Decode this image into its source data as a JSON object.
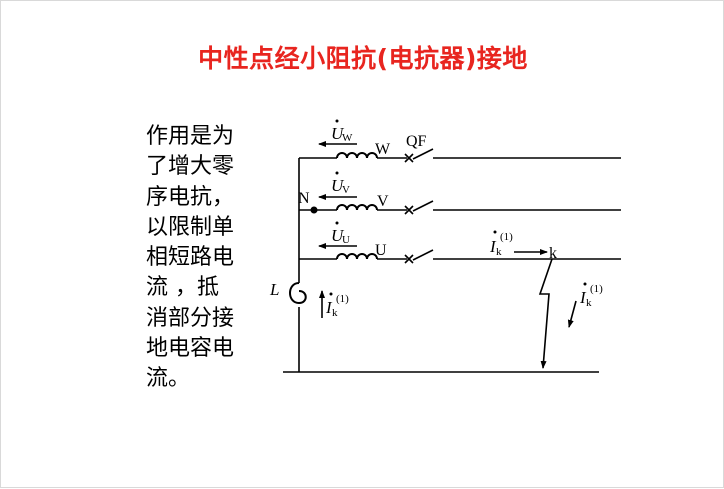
{
  "slide": {
    "title": "中性点经小阻抗(电抗器)接地",
    "description_lines": [
      "作用是为",
      "了增大零",
      "序电抗，",
      "以限制单",
      "相短路电",
      "流 ，抵",
      "消部分接",
      "地电容电",
      "流。"
    ]
  },
  "diagram": {
    "labels": {
      "qf": "QF",
      "neutral": "N",
      "inductor": "L",
      "phase_w": "W",
      "phase_v": "V",
      "phase_u": "U",
      "fault_point": "k"
    },
    "voltages": {
      "symbol": "U",
      "w_sub": "W",
      "v_sub": "V",
      "u_sub": "U"
    },
    "currents": {
      "symbol": "I",
      "sub": "k",
      "sup": "(1)"
    }
  }
}
